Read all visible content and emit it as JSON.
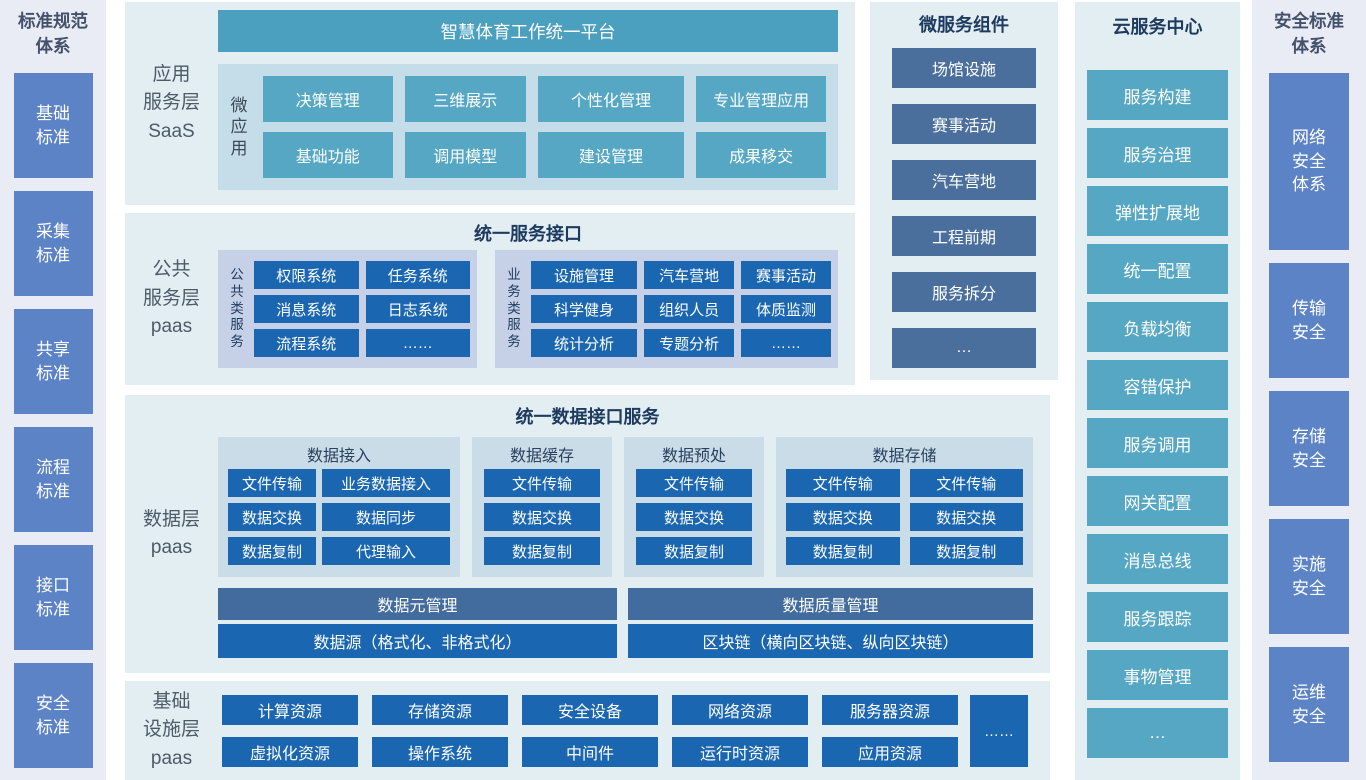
{
  "left_sidebar": {
    "title": "标准规范\n体系",
    "items": [
      "基础\n标准",
      "采集\n标准",
      "共享\n标准",
      "流程\n标准",
      "接口\n标准",
      "安全\n标准"
    ]
  },
  "saas_layer": {
    "label": "应用\n服务层\nSaaS",
    "platform": "智慧体育工作统一平台",
    "micro_app_label": "微应用",
    "items": [
      "决策管理",
      "三维展示",
      "个性化管理",
      "专业管理应用",
      "基础功能",
      "调用模型",
      "建设管理",
      "成果移交"
    ]
  },
  "paas_service_layer": {
    "label": "公共\n服务层\npaas",
    "title": "统一服务接口",
    "groups": [
      {
        "vertical_label": "公共类服务",
        "items": [
          "权限系统",
          "任务系统",
          "消息系统",
          "日志系统",
          "流程系统",
          "……"
        ]
      },
      {
        "vertical_label": "业务类服务",
        "items": [
          "设施管理",
          "汽车营地",
          "赛事活动",
          "科学健身",
          "组织人员",
          "体质监测",
          "统计分析",
          "专题分析",
          "……"
        ]
      }
    ]
  },
  "data_layer": {
    "label": "数据层\npaas",
    "title": "统一数据接口服务",
    "groups": [
      {
        "title": "数据接入",
        "items": [
          "文件传输",
          "业务数据接入",
          "数据交换",
          "数据同步",
          "数据复制",
          "代理输入"
        ]
      },
      {
        "title": "数据缓存",
        "items": [
          "文件传输",
          "数据交换",
          "数据复制"
        ]
      },
      {
        "title": "数据预处",
        "items": [
          "文件传输",
          "数据交换",
          "数据复制"
        ]
      },
      {
        "title": "数据存储",
        "items": [
          "文件传输",
          "文件传输",
          "数据交换",
          "数据交换",
          "数据复制",
          "数据复制"
        ]
      }
    ],
    "management_bars": [
      "数据元管理",
      "数据质量管理"
    ],
    "source_bars": [
      "数据源（格式化、非格式化）",
      "区块链（横向区块链、纵向区块链）"
    ]
  },
  "infra_layer": {
    "label": "基础\n设施层\npaas",
    "row1": [
      "计算资源",
      "存储资源",
      "安全设备",
      "网络资源",
      "服务器资源"
    ],
    "row2": [
      "虚拟化资源",
      "操作系统",
      "中间件",
      "运行时资源",
      "应用资源"
    ],
    "more": "……"
  },
  "microservices": {
    "title": "微服务组件",
    "items": [
      "场馆设施",
      "赛事活动",
      "汽车营地",
      "工程前期",
      "服务拆分",
      "…"
    ]
  },
  "cloud_center": {
    "title": "云服务中心",
    "items": [
      "服务构建",
      "服务治理",
      "弹性扩展地",
      "统一配置",
      "负载均衡",
      "容错保护",
      "服务调用",
      "网关配置",
      "消息总线",
      "服务跟踪",
      "事物管理",
      "…"
    ]
  },
  "security_sidebar": {
    "title": "安全标准\n体系",
    "items": [
      "网络\n安全\n体系",
      "传输\n安全",
      "存储\n安全",
      "实施\n安全",
      "运维\n安全"
    ]
  },
  "colors": {
    "teal_header": "#4ba0bf",
    "teal_button": "#56a7c3",
    "blue_button": "#1b66b0",
    "steel_button": "#4a6f9c",
    "slate_bar": "#426b9e",
    "periwinkle_box": "#5b83c6",
    "section_bg": "#e3eef2",
    "sidebar_bg": "#e9ecf5",
    "inner_panel_bg": "#c5dde9",
    "service_group_bg": "#c6d1e7",
    "data_group_bg": "#c9dce8",
    "title_navy": "#1d3a5f"
  }
}
